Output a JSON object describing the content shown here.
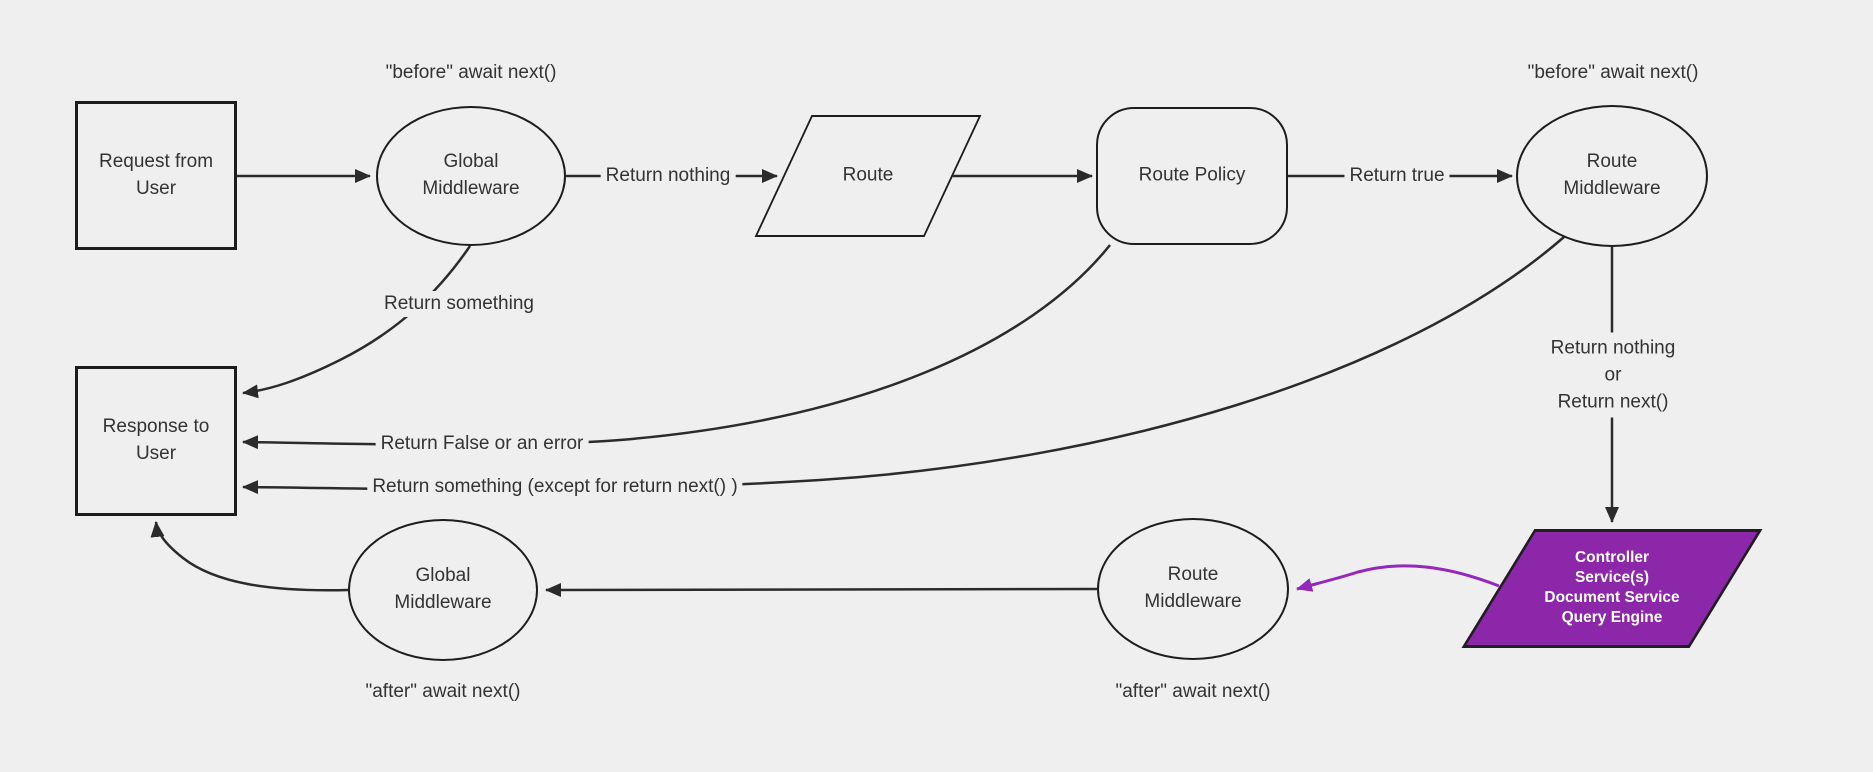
{
  "diagram": {
    "background": "#efefef",
    "line_color": "#2b2b2b",
    "border_color": "#1d1d1d",
    "text_color": "#333333",
    "purple_fill": "#8b27a8",
    "purple_arrow_color": "#9428bd",
    "nodes": {
      "request": {
        "label": "Request from User"
      },
      "global_middleware_top": {
        "label": "Global Middleware"
      },
      "route": {
        "label": "Route"
      },
      "route_policy": {
        "label": "Route Policy"
      },
      "route_middleware_top": {
        "label": "Route Middleware"
      },
      "response": {
        "label": "Response to User"
      },
      "route_middleware_bottom": {
        "label": "Route Middleware"
      },
      "global_middleware_bottom": {
        "label": "Global Middleware"
      },
      "controller": {
        "lines": [
          "Controller",
          "Service(s)",
          "Document Service",
          "Query Engine"
        ]
      }
    },
    "labels": {
      "before_await_left": "\"before\" await next()",
      "before_await_right": "\"before\" await next()",
      "after_await_left": "\"after\" await next()",
      "after_await_right": "\"after\" await next()",
      "return_nothing": "Return nothing",
      "return_true": "Return true",
      "return_something": "Return something",
      "return_false": "Return False or an error",
      "return_something_except": "Return something (except for return next() )",
      "return_nothing_or": [
        "Return nothing",
        "or",
        "Return next()"
      ]
    }
  }
}
